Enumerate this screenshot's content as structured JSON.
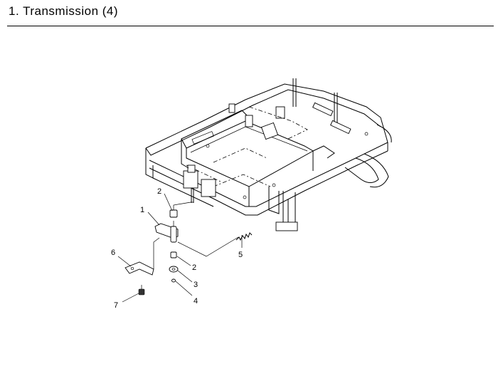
{
  "header": {
    "title": "1.  Transmission (4)"
  },
  "diagram": {
    "callouts": [
      {
        "id": "1",
        "label": "1"
      },
      {
        "id": "2a",
        "label": "2"
      },
      {
        "id": "2b",
        "label": "2"
      },
      {
        "id": "3",
        "label": "3"
      },
      {
        "id": "4",
        "label": "4"
      },
      {
        "id": "5",
        "label": "5"
      },
      {
        "id": "6",
        "label": "6"
      },
      {
        "id": "7",
        "label": "7"
      }
    ]
  }
}
